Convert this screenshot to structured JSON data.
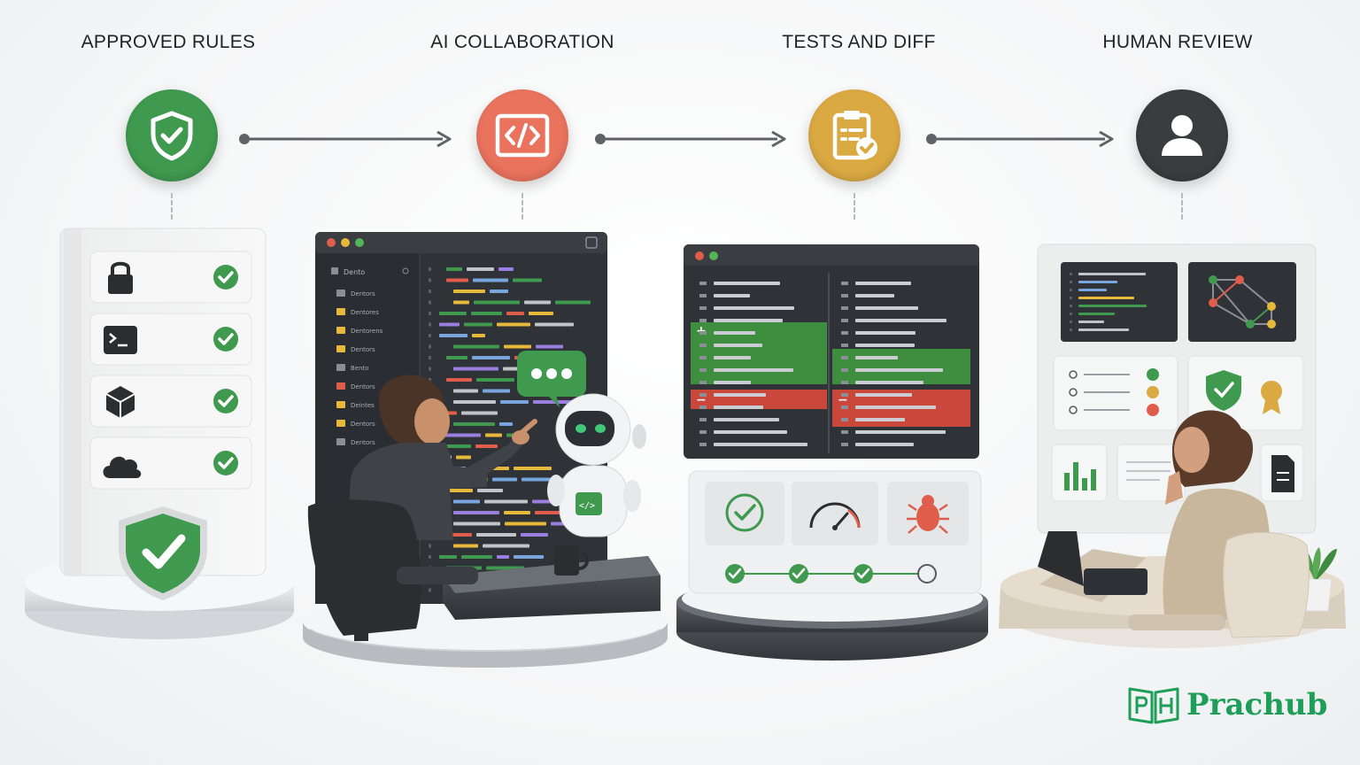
{
  "stages": [
    {
      "title": "APPROVED RULES",
      "color": "#3f9a4f",
      "icon": "shield-check-icon"
    },
    {
      "title": "AI COLLABORATION",
      "color": "#e9735d",
      "icon": "code-window-icon"
    },
    {
      "title": "TESTS AND DIFF",
      "color": "#dba942",
      "icon": "clipboard-check-icon"
    },
    {
      "title": "HUMAN REVIEW",
      "color": "#3a3c40",
      "icon": "user-icon"
    }
  ],
  "ide": {
    "sidebar_header": "Dento",
    "folders": [
      "Dentors",
      "Dentores",
      "Dentorens",
      "Dentors",
      "Bento",
      "Dentors",
      "Deintes",
      "Dentors",
      "Dentors"
    ]
  },
  "brand": {
    "name": "Prachub",
    "color": "#1e9e57"
  }
}
